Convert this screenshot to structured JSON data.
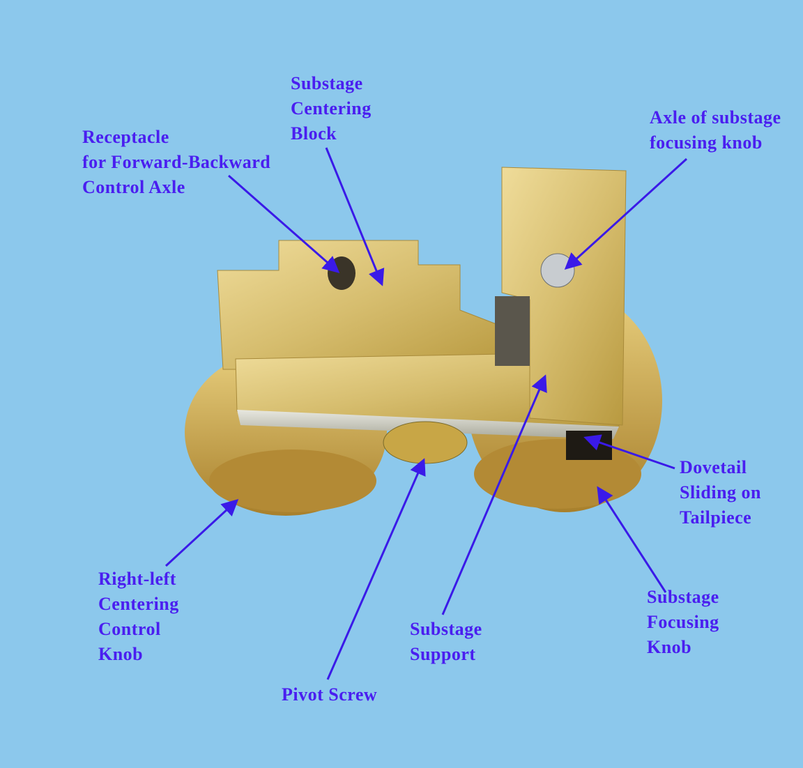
{
  "colors": {
    "background": "#8cc8ec",
    "label": "#4a1ef0",
    "arrow": "#3a1ae8",
    "brass": "#d9c27a"
  },
  "labels": {
    "centering_block": [
      "Substage",
      "Centering",
      "Block"
    ],
    "receptacle": [
      "Receptacle",
      "for Forward-Backward",
      "Control Axle"
    ],
    "axle": [
      "Axle of substage",
      "focusing knob"
    ],
    "dovetail": [
      "Dovetail",
      "Sliding on",
      "Tailpiece"
    ],
    "focusing_knob": [
      "Substage",
      "Focusing",
      "Knob"
    ],
    "support": [
      "Substage",
      "Support"
    ],
    "pivot_screw": [
      "Pivot Screw"
    ],
    "right_left_knob": [
      "Right-left",
      "Centering",
      "Control",
      "Knob"
    ]
  }
}
